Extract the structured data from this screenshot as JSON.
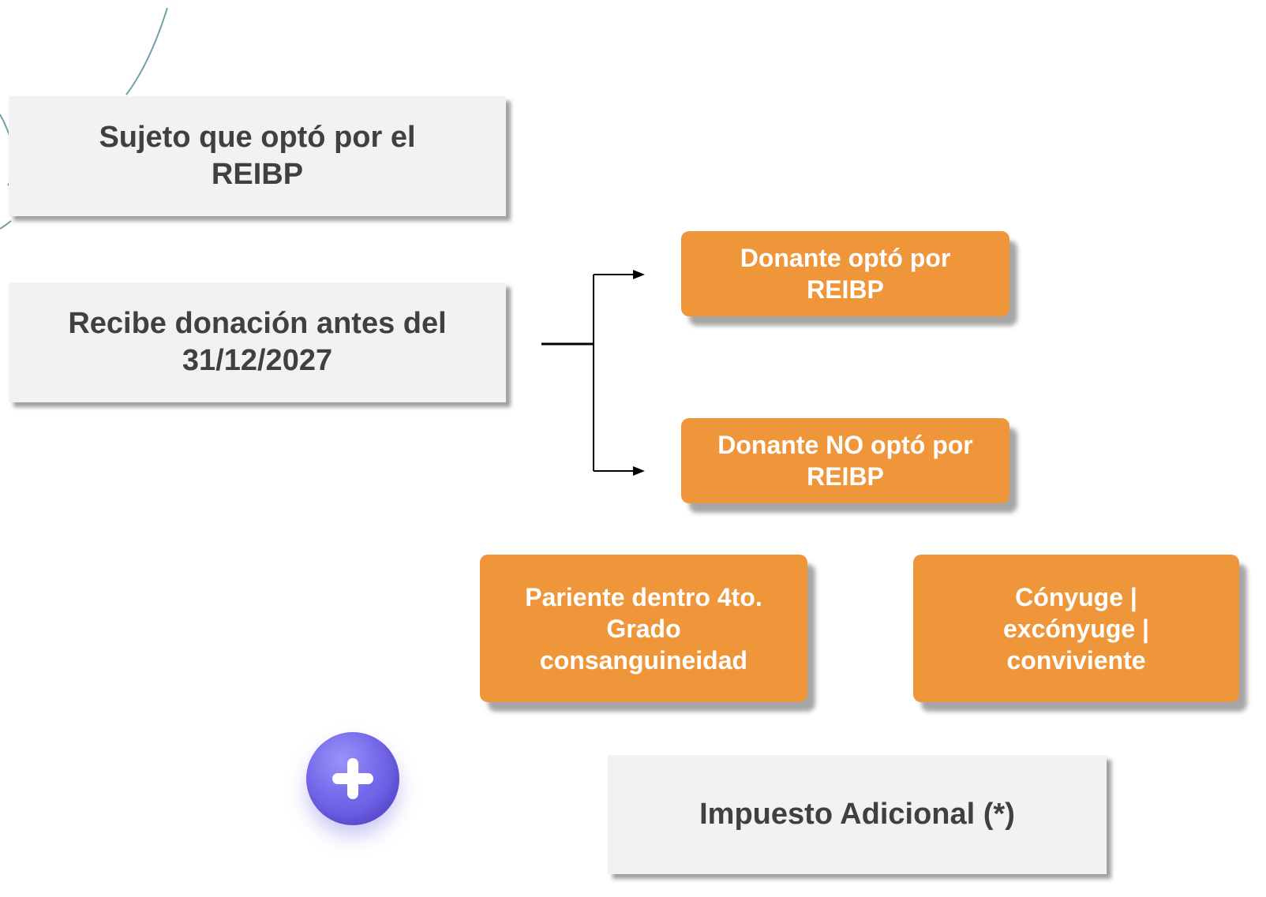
{
  "nodes": {
    "sujeto": "Sujeto que  optó por el REIBP",
    "recibe": "Recibe donación antes del 31/12/2027",
    "donante_si": "Donante optó por REIBP",
    "donante_no": "Donante NO optó por REIBP",
    "pariente": "Pariente dentro 4to. Grado consanguineidad",
    "conyuge": "Cónyuge | excónyuge | conviviente",
    "impuesto": "Impuesto Adicional (*)"
  },
  "icons": {
    "add": "plus-icon"
  },
  "colors": {
    "grey_box": "#f2f2f2",
    "orange_box": "#f0963a",
    "text_dark": "#404040",
    "text_light": "#ffffff",
    "plus_button": "#7468ea",
    "deco_line": "#6f9fa5"
  }
}
